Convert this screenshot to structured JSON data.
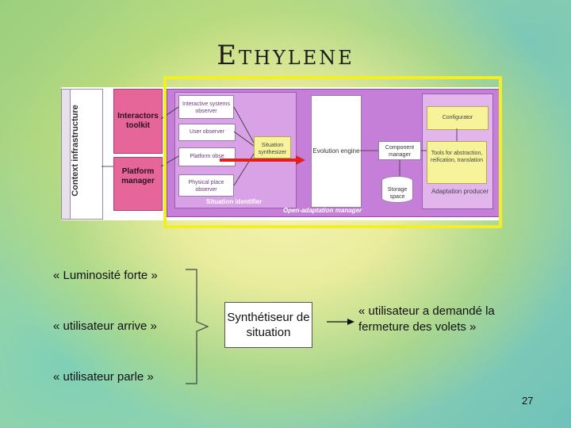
{
  "slide": {
    "title": "Ethylene",
    "page_number": "27"
  },
  "diagram": {
    "context_infrastructure": "Context infrastructure",
    "interactors_toolkit": "Interactors toolkit",
    "platform_manager": "Platform manager",
    "interactive_systems_observer": "Interactive systems observer",
    "user_observer": "User observer",
    "platform_observer": "Platform obse",
    "physical_place_observer": "Physical place observer",
    "situation_synthesizer": "Situation synthesizer",
    "situation_identifier": "Situation identifier",
    "evolution_engine": "Evolution engine",
    "component_manager": "Component manager",
    "storage_space": "Storage space",
    "configurator": "Configurator",
    "tools_for_abstraction": "Tools for abstraction, reification, translation",
    "adaptation_producer": "Adaptation producer",
    "open_adaptation_manager": "Open-adaptation manager",
    "highlight_color": "#f2ee28",
    "arrow_color": "#e0201c"
  },
  "flow": {
    "inputs": [
      "« Luminosité forte »",
      "« utilisateur arrive »",
      "« utilisateur parle »"
    ],
    "synthesizer_label": "Synthétiseur de situation",
    "output": "« utilisateur a demandé la fermeture des volets »"
  }
}
